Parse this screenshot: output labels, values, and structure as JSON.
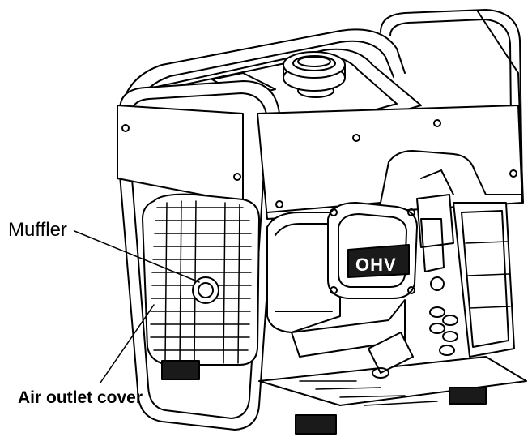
{
  "labels": {
    "muffler": "Muffler",
    "air_outlet_cover": "Air outlet cover"
  },
  "engine_badge": "OHV",
  "colors": {
    "line": "#000000",
    "fill": "#ffffff",
    "dark": "#1a1a1a"
  }
}
